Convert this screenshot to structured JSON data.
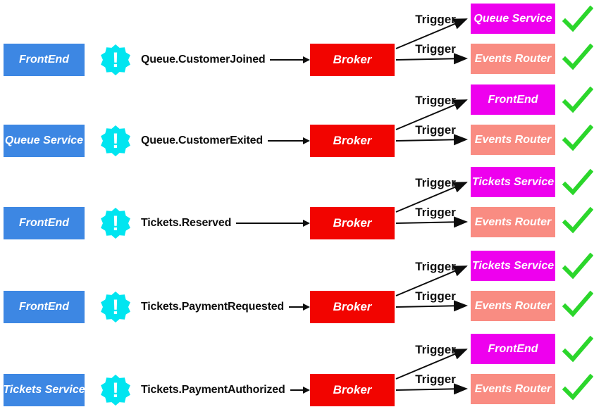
{
  "labels": {
    "trigger": "Trigger",
    "broker": "Broker"
  },
  "icons": {
    "exclamation": "!",
    "badge": "exclamation-burst-icon",
    "check": "check-icon",
    "arrowhead": "arrowhead-icon"
  },
  "colors": {
    "source_blue": "#3D87E3",
    "broker_red": "#F20400",
    "primary_magenta": "#EE00EE",
    "secondary_salmon": "#F98C82",
    "badge_cyan": "#00E5F0",
    "check_green": "#2BD62B"
  },
  "rows": [
    {
      "source": "FrontEnd",
      "event": "Queue.CustomerJoined",
      "targets": [
        {
          "label": "Queue Service",
          "status": "check"
        },
        {
          "label": "Events Router",
          "status": "check"
        }
      ]
    },
    {
      "source": "Queue Service",
      "event": "Queue.CustomerExited",
      "targets": [
        {
          "label": "FrontEnd",
          "status": "check"
        },
        {
          "label": "Events Router",
          "status": "check"
        }
      ]
    },
    {
      "source": "FrontEnd",
      "event": "Tickets.Reserved",
      "targets": [
        {
          "label": "Tickets Service",
          "status": "check"
        },
        {
          "label": "Events Router",
          "status": "check"
        }
      ]
    },
    {
      "source": "FrontEnd",
      "event": "Tickets.PaymentRequested",
      "targets": [
        {
          "label": "Tickets Service",
          "status": "check"
        },
        {
          "label": "Events Router",
          "status": "check"
        }
      ]
    },
    {
      "source": "Tickets Service",
      "event": "Tickets.PaymentAuthorized",
      "targets": [
        {
          "label": "FrontEnd",
          "status": "check"
        },
        {
          "label": "Events Router",
          "status": "check"
        }
      ]
    }
  ]
}
